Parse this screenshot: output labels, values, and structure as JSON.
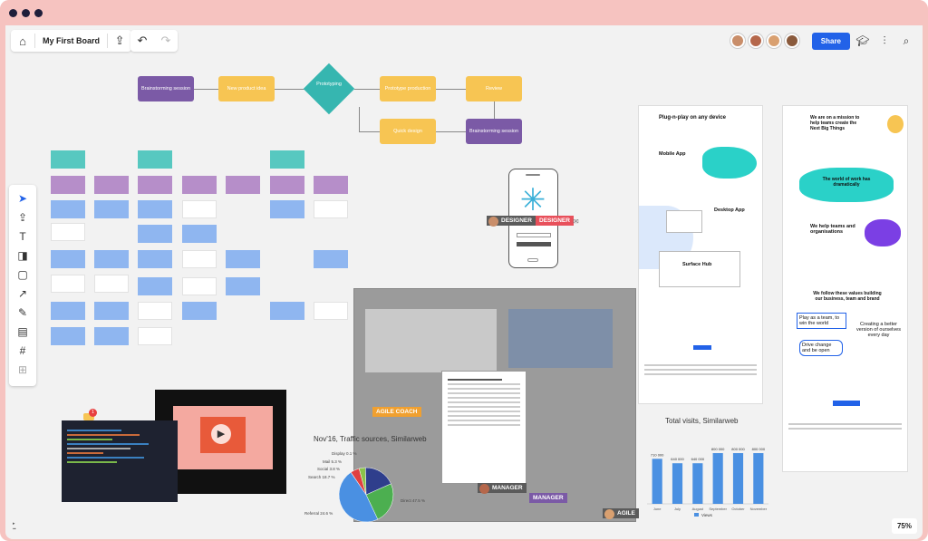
{
  "toolbar": {
    "home_icon": "home-icon",
    "board_title": "My First Board",
    "upload_icon": "upload-icon",
    "undo_icon": "undo-icon",
    "redo_icon": "redo-icon",
    "share_label": "Share",
    "zoom": "75%"
  },
  "flowchart": {
    "n1": "Brainstorming session",
    "n2": "New product idea",
    "n3": "Prototyping",
    "n4": "Prototype production",
    "n5": "Review",
    "n6": "Quick design",
    "n7": "Brainstorming session"
  },
  "tags": {
    "designer_a": "DESIGNER",
    "designer_b": "DESIGNER",
    "agile_coach": "AGILE COACH",
    "manager_a": "MANAGER",
    "manager_b": "MANAGER",
    "agile": "AGILE"
  },
  "pie": {
    "title": "Nov'16, Traffic sources, Similarweb",
    "labels": [
      "Display 0.1 %",
      "Mail 5.3 %",
      "Social 3.8 %",
      "Search 18.7 %",
      "Referral 24.6 %",
      "Direct 47.5 %"
    ]
  },
  "bar_chart": {
    "title": "Total visits, Similarweb",
    "legend": "Views"
  },
  "chart_data": [
    {
      "type": "pie",
      "title": "Nov'16, Traffic sources, Similarweb",
      "categories": [
        "Display",
        "Mail",
        "Social",
        "Search",
        "Referral",
        "Direct"
      ],
      "values": [
        0.1,
        5.3,
        3.8,
        18.7,
        24.6,
        47.5
      ],
      "colors": [
        "#f5a623",
        "#e04040",
        "#8bc34a",
        "#2f3e8c",
        "#4caf50",
        "#4a90e2"
      ]
    },
    {
      "type": "bar",
      "title": "Total visits, Similarweb",
      "categories": [
        "June",
        "July",
        "August",
        "September",
        "October",
        "November"
      ],
      "values": [
        710000,
        640000,
        640000,
        800000,
        800000,
        800000
      ],
      "data_labels": [
        "710 000",
        "640 000",
        "640 000",
        "800 000",
        "800 000",
        "800 000"
      ],
      "series": [
        {
          "name": "Views"
        }
      ],
      "color": "#4a90e2"
    }
  ],
  "web_right": {
    "h1": "We are on a mission to help teams create the Next Big Things",
    "h2": "The world of work has dramatically",
    "h3": "We help teams and organisations",
    "h4": "We follow these values building our business, team and brand",
    "v1": "Play as a team, to win the world",
    "v2": "Creating a better version of ourselves every day",
    "v3": "Drive change and be open"
  },
  "web_mid": {
    "h1": "Plug-n-play on any device",
    "h2": "Mobile App",
    "h3": "Desktop App",
    "h4": "Surface Hub"
  },
  "notification_count": "1"
}
